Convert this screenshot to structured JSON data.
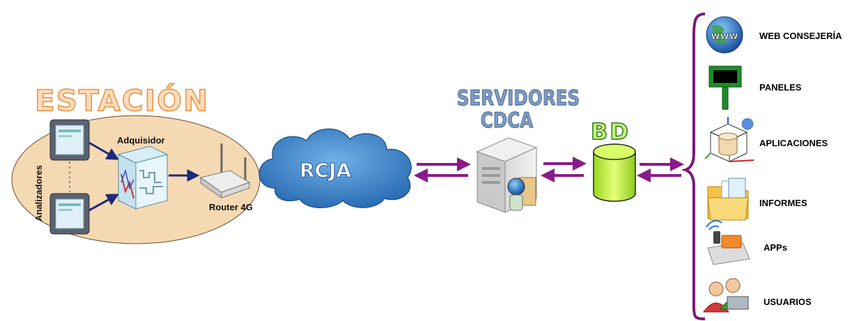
{
  "estacion": {
    "title": "ESTACIÓN",
    "analyzers_label": "Analizadores",
    "acquirer_label": "Adquisidor",
    "router_label": "Router 4G"
  },
  "network": {
    "label": "RCJA"
  },
  "servers": {
    "title_line1": "SERVIDORES",
    "title_line2": "CDCA"
  },
  "database": {
    "label": "BD"
  },
  "services": [
    {
      "label": "WEB CONSEJERÍA",
      "icon": "globe-www-icon"
    },
    {
      "label": "PANELES",
      "icon": "display-panel-icon"
    },
    {
      "label": "APLICACIONES",
      "icon": "application-cube-icon"
    },
    {
      "label": "INFORMES",
      "icon": "report-folder-icon"
    },
    {
      "label": "APPs",
      "icon": "mobile-apps-icon"
    },
    {
      "label": "USUARIOS",
      "icon": "users-icon"
    }
  ],
  "colors": {
    "arrow_purple": "#8b1a8b",
    "arrow_navy": "#1f2a7a",
    "ellipse_fill": "#f5d9b3",
    "cloud_blue": "#3c83c8",
    "db_green": "#b8ea3a"
  }
}
